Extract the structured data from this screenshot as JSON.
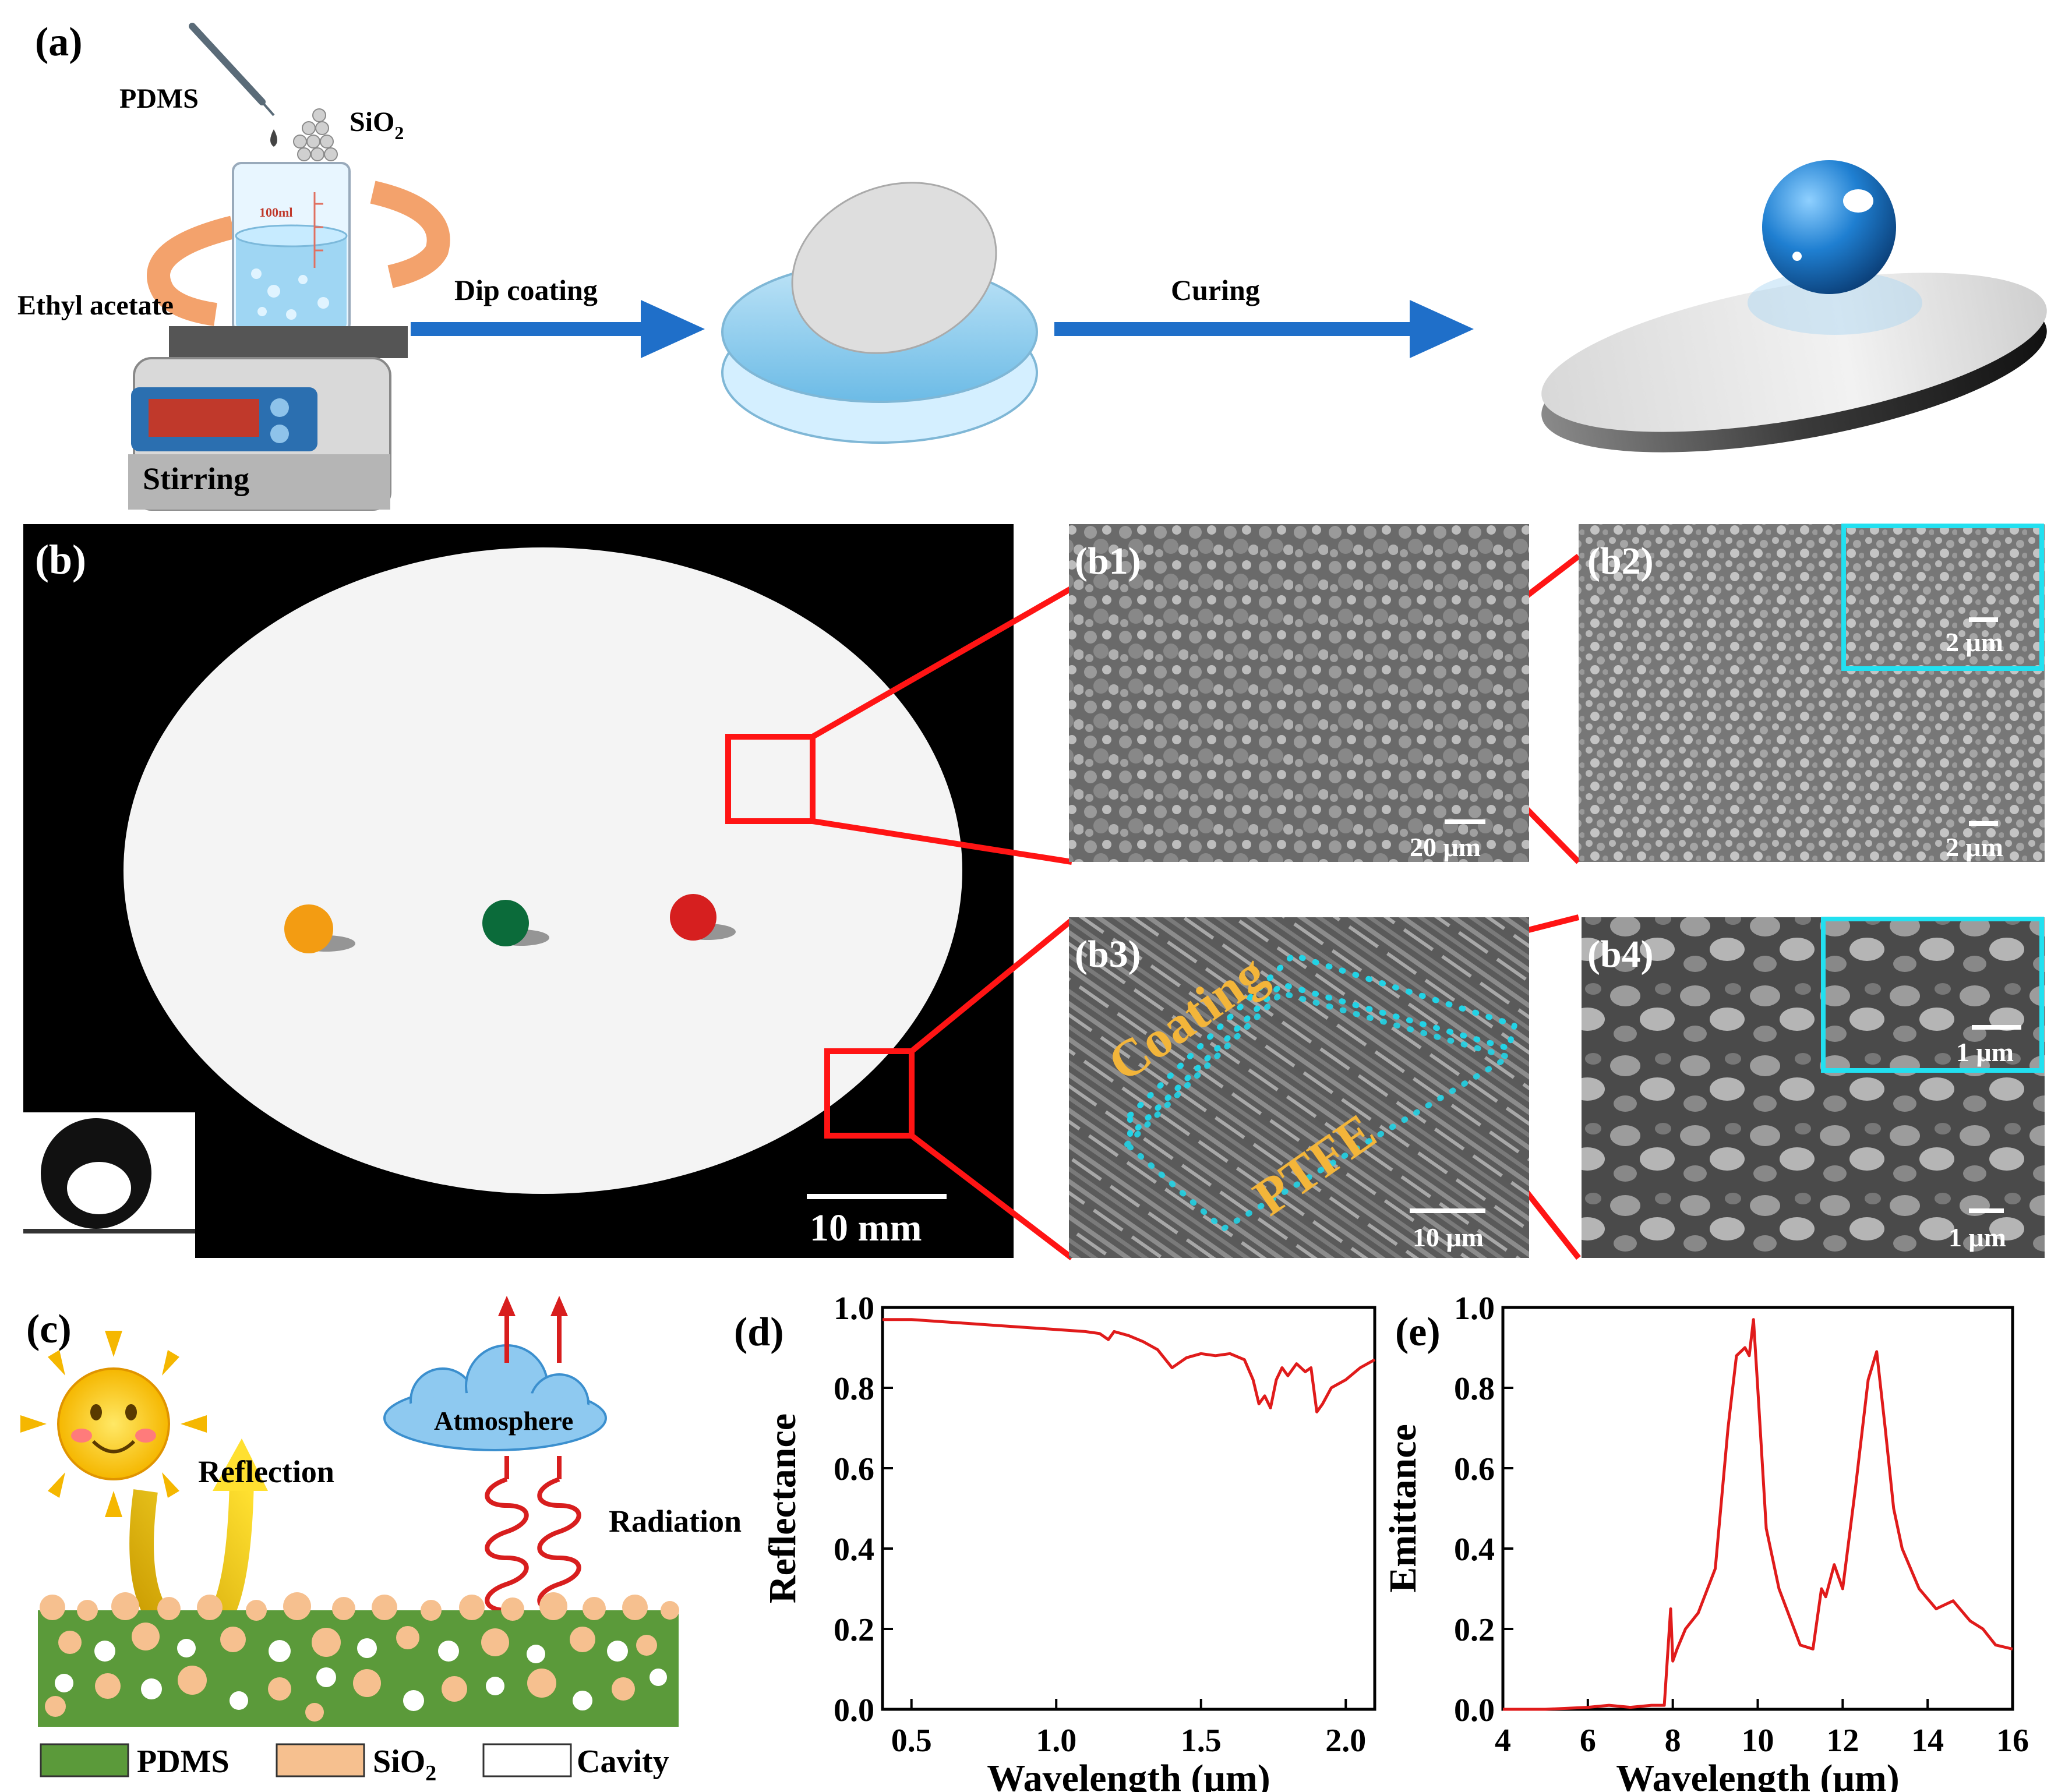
{
  "panel_a": {
    "label": "(a)",
    "pdms": "PDMS",
    "sio2": "SiO",
    "sio2_sub": "2",
    "ethyl_acetate": "Ethyl acetate",
    "stirring": "Stirring",
    "beaker_volume": "100ml",
    "dip_coating": "Dip coating",
    "curing": "Curing"
  },
  "panel_b": {
    "label": "(b)",
    "scale_bar": "10 mm",
    "b1": {
      "label": "(b1)",
      "scale": "20 μm"
    },
    "b2": {
      "label": "(b2)",
      "scale": "2 μm",
      "inset_scale": "2 μm"
    },
    "b3": {
      "label": "(b3)",
      "scale": "10 μm",
      "coating": "Coating",
      "ptfe": "PTFE"
    },
    "b4": {
      "label": "(b4)",
      "scale": "1 μm",
      "inset_scale": "1 μm"
    },
    "droplet_colors": [
      "#f39c12",
      "#0b6b3a",
      "#d61f1f"
    ]
  },
  "panel_c": {
    "label": "(c)",
    "reflection": "Reflection",
    "atmosphere": "Atmosphere",
    "radiation": "Radiation",
    "legend": {
      "pdms": "PDMS",
      "sio2": "SiO",
      "sio2_sub": "2",
      "cavity": "Cavity"
    },
    "colors": {
      "pdms": "#5b9a3a",
      "sio2": "#f6c08f",
      "cavity": "#ffffff"
    }
  },
  "chart_data": [
    {
      "panel": "(d)",
      "type": "line",
      "xlabel": "Wavelength (μm)",
      "ylabel": "Reflectance",
      "xlim": [
        0.4,
        2.1
      ],
      "ylim": [
        0.0,
        1.0
      ],
      "xticks": [
        "0.5",
        "1.0",
        "1.5",
        "2.0"
      ],
      "yticks": [
        "0.0",
        "0.2",
        "0.4",
        "0.6",
        "0.8",
        "1.0"
      ],
      "color": "#e01b1b",
      "x": [
        0.4,
        0.5,
        0.6,
        0.7,
        0.8,
        0.9,
        1.0,
        1.1,
        1.15,
        1.18,
        1.2,
        1.25,
        1.3,
        1.35,
        1.4,
        1.45,
        1.5,
        1.55,
        1.6,
        1.65,
        1.68,
        1.7,
        1.72,
        1.74,
        1.76,
        1.78,
        1.8,
        1.83,
        1.86,
        1.88,
        1.9,
        1.92,
        1.95,
        2.0,
        2.05,
        2.1
      ],
      "y": [
        0.97,
        0.97,
        0.965,
        0.96,
        0.955,
        0.95,
        0.945,
        0.94,
        0.935,
        0.92,
        0.94,
        0.93,
        0.915,
        0.895,
        0.85,
        0.875,
        0.885,
        0.88,
        0.885,
        0.87,
        0.82,
        0.76,
        0.78,
        0.75,
        0.82,
        0.85,
        0.83,
        0.86,
        0.84,
        0.85,
        0.74,
        0.76,
        0.8,
        0.82,
        0.85,
        0.87
      ]
    },
    {
      "panel": "(e)",
      "type": "line",
      "xlabel": "Wavelength (μm)",
      "ylabel": "Emittance",
      "xlim": [
        4,
        16
      ],
      "ylim": [
        0.0,
        1.0
      ],
      "xticks": [
        "4",
        "6",
        "8",
        "10",
        "12",
        "14",
        "16"
      ],
      "yticks": [
        "0.0",
        "0.2",
        "0.4",
        "0.6",
        "0.8",
        "1.0"
      ],
      "color": "#e01b1b",
      "x": [
        4,
        5,
        6,
        6.5,
        7,
        7.5,
        7.8,
        7.95,
        8.0,
        8.1,
        8.3,
        8.6,
        9.0,
        9.3,
        9.5,
        9.7,
        9.8,
        9.9,
        10.0,
        10.2,
        10.5,
        11.0,
        11.3,
        11.5,
        11.6,
        11.8,
        12.0,
        12.3,
        12.6,
        12.8,
        13.0,
        13.2,
        13.4,
        13.8,
        14.2,
        14.6,
        15.0,
        15.3,
        15.6,
        16.0
      ],
      "y": [
        0.0,
        0.0,
        0.005,
        0.01,
        0.005,
        0.01,
        0.01,
        0.25,
        0.12,
        0.15,
        0.2,
        0.24,
        0.35,
        0.7,
        0.88,
        0.9,
        0.88,
        0.97,
        0.8,
        0.45,
        0.3,
        0.16,
        0.15,
        0.3,
        0.28,
        0.36,
        0.3,
        0.55,
        0.82,
        0.89,
        0.7,
        0.5,
        0.4,
        0.3,
        0.25,
        0.27,
        0.22,
        0.2,
        0.16,
        0.15
      ]
    }
  ]
}
